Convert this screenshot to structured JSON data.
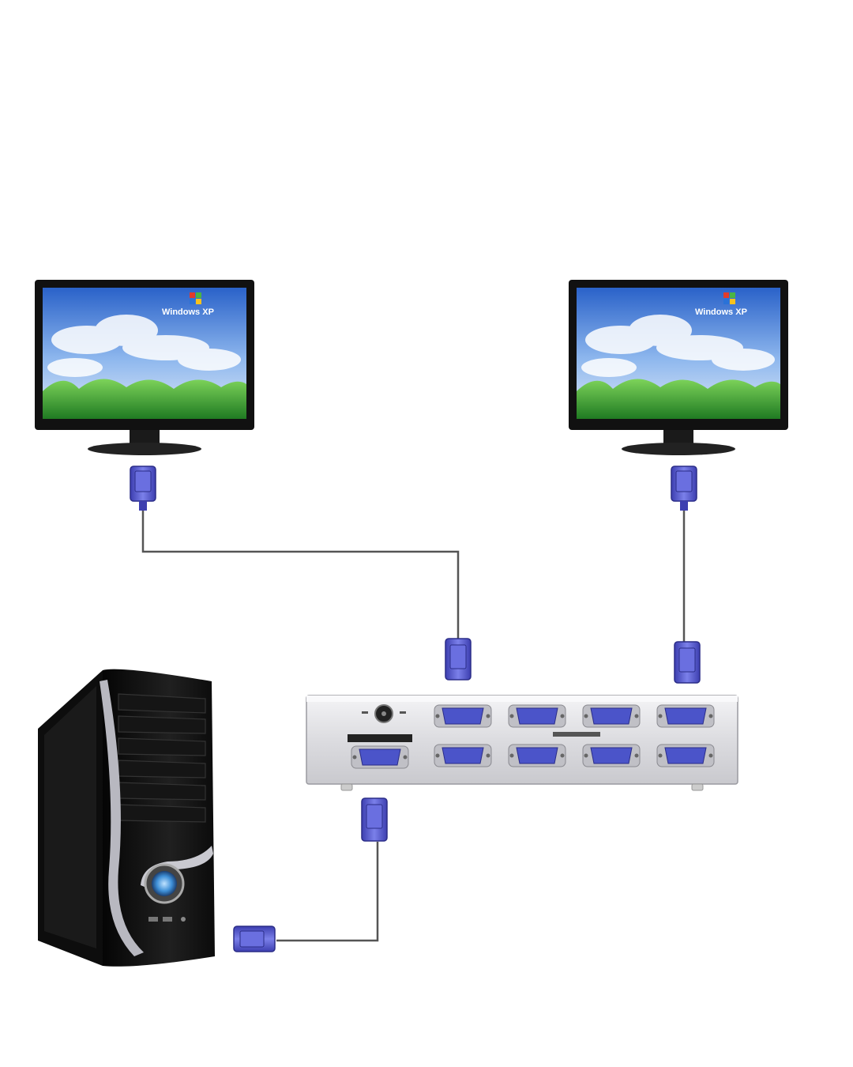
{
  "monitors": [
    {
      "id": "left",
      "os_label": "Windows XP"
    },
    {
      "id": "right",
      "os_label": "Windows XP"
    }
  ],
  "splitter": {
    "output_ports": 8,
    "input_ports": 1
  },
  "colors": {
    "connector": "#5a5fd0",
    "cable": "#555555",
    "bezel": "#111111",
    "sky": "#3c7fd8",
    "grass": "#3aa640",
    "splitter_body": "#e6e6e8"
  }
}
